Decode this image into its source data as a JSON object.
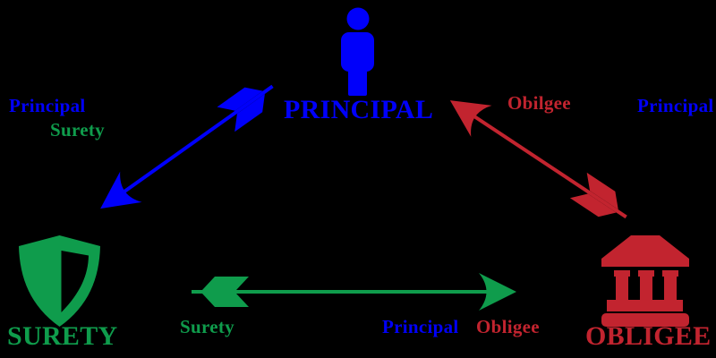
{
  "colors": {
    "background": "#000000",
    "blue": "#0000FA",
    "green": "#0F9C4C",
    "red": "#C2242F"
  },
  "nodes": {
    "principal": {
      "title": "PRINCIPAL",
      "icon": "person-icon"
    },
    "surety": {
      "title": "SURETY",
      "icon": "shield-icon"
    },
    "obligee": {
      "title": "OBLIGEE",
      "icon": "bank-icon"
    }
  },
  "edges": {
    "principal_to_surety": {
      "labels": {
        "principal": "Principal",
        "surety": "Surety"
      }
    },
    "obligee_to_principal": {
      "labels": {
        "obilgee": "Obilgee",
        "principal": "Principal"
      }
    },
    "surety_to_obligee": {
      "labels": {
        "surety": "Surety",
        "principal": "Principal",
        "obligee": "Obligee"
      }
    }
  }
}
